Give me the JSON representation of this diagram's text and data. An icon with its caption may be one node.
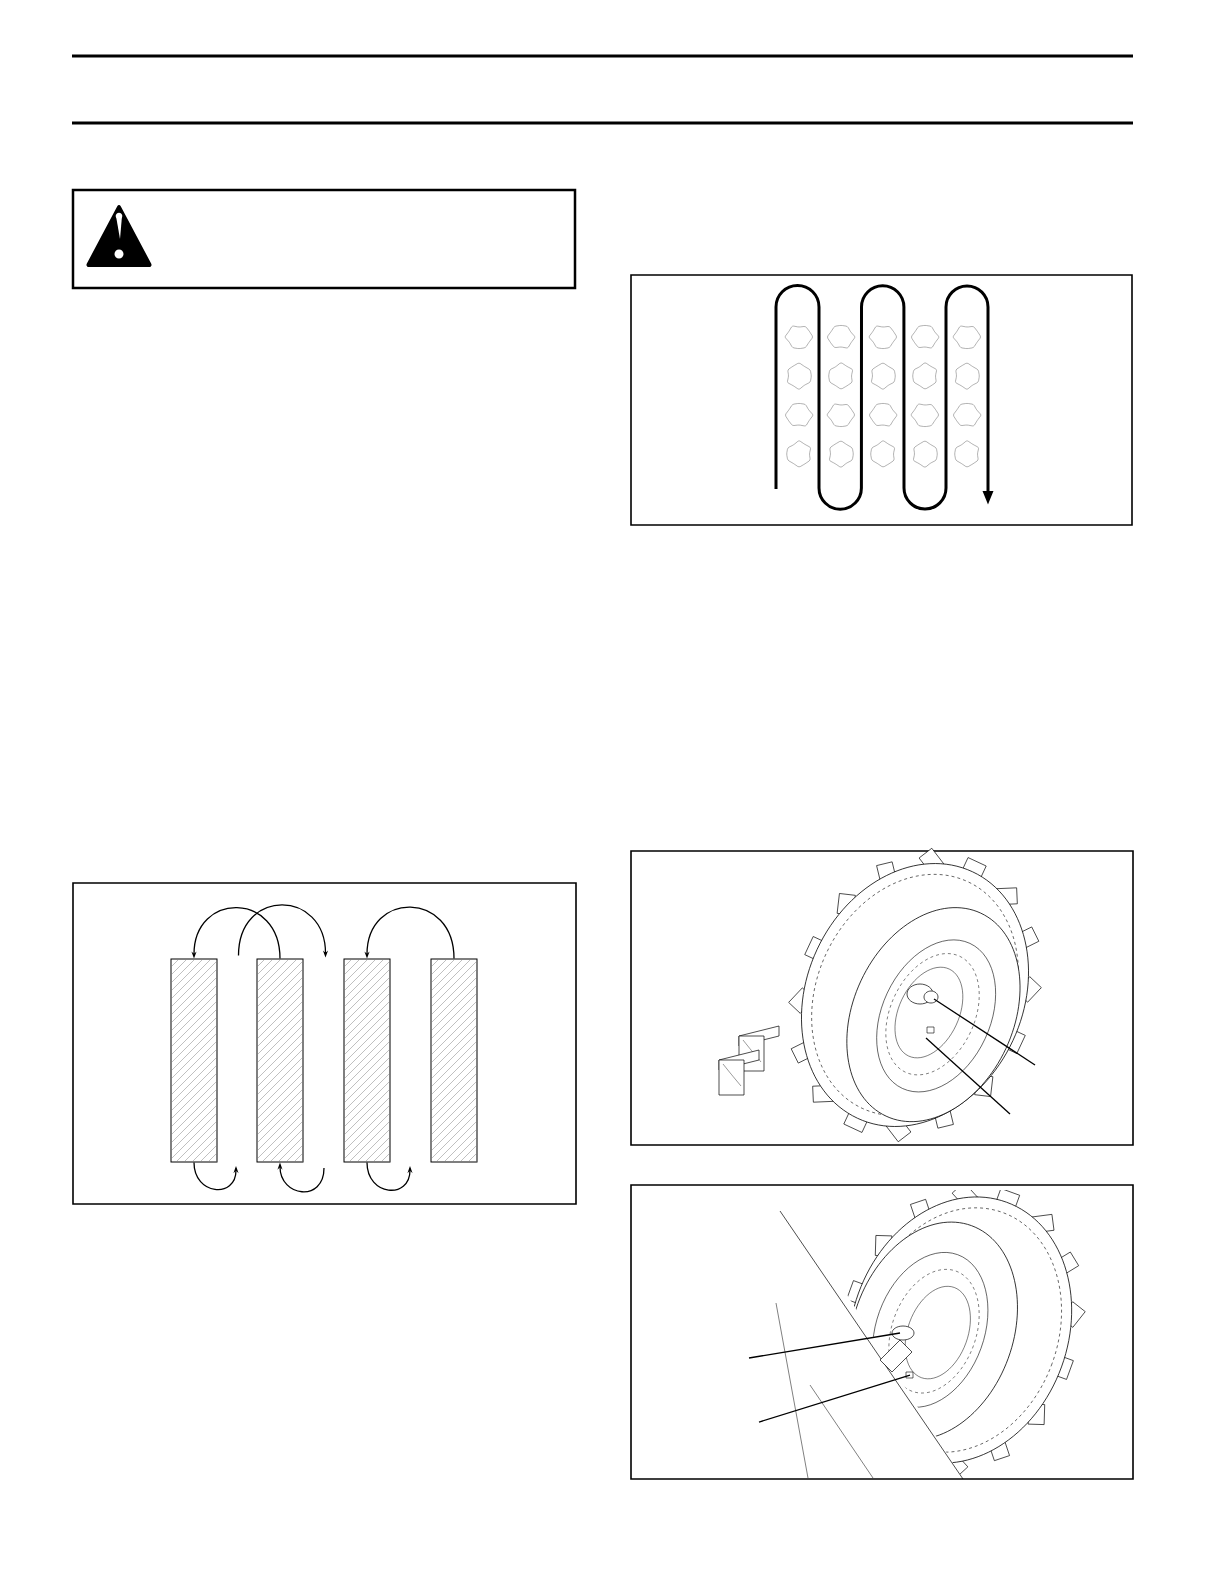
{
  "diagram": {
    "nodes": [
      {
        "text": [],
        "shape": "bar"
      },
      {
        "text": [],
        "shape": "bar"
      },
      {
        "text": [],
        "shape": "bar"
      },
      {
        "text": [],
        "shape": "bar"
      }
    ],
    "edges": [
      {
        "from": 1,
        "to": 0,
        "arrow": "to"
      },
      {
        "from": 3,
        "to": 2,
        "arrow": "to"
      },
      {
        "from": 0,
        "to": null,
        "arrow": "to"
      },
      {
        "from": null,
        "to": 1,
        "arrow": "to"
      },
      {
        "from": 2,
        "to": null,
        "arrow": "to"
      },
      {
        "from": 0,
        "to": 1,
        "arrow": "to"
      }
    ]
  }
}
